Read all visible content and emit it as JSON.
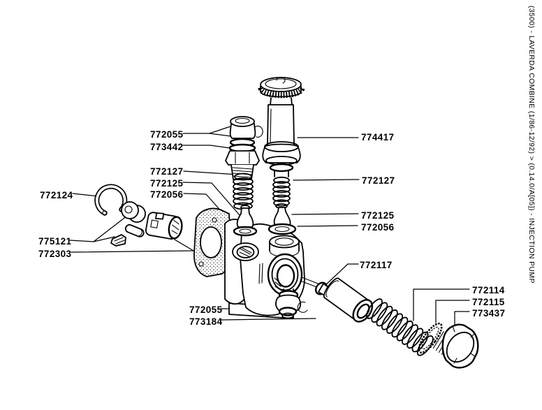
{
  "sidebar_title": "(3500) - LAVERDA COMBINE (1/86-12/92) > (0.14.0/A[05]) - INJECTION PUMP",
  "colors": {
    "ink": "#000000",
    "background": "#ffffff"
  },
  "diagram": {
    "labels": [
      {
        "text": "772055"
      },
      {
        "text": "773442"
      },
      {
        "text": "772127"
      },
      {
        "text": "772125"
      },
      {
        "text": "772056"
      },
      {
        "text": "772124"
      },
      {
        "text": "775121"
      },
      {
        "text": "772303"
      },
      {
        "text": "772055"
      },
      {
        "text": "773184"
      },
      {
        "text": "774417"
      },
      {
        "text": "772127"
      },
      {
        "text": "772125"
      },
      {
        "text": "772056"
      },
      {
        "text": "772117"
      },
      {
        "text": "772114"
      },
      {
        "text": "772115"
      },
      {
        "text": "773437"
      }
    ]
  }
}
